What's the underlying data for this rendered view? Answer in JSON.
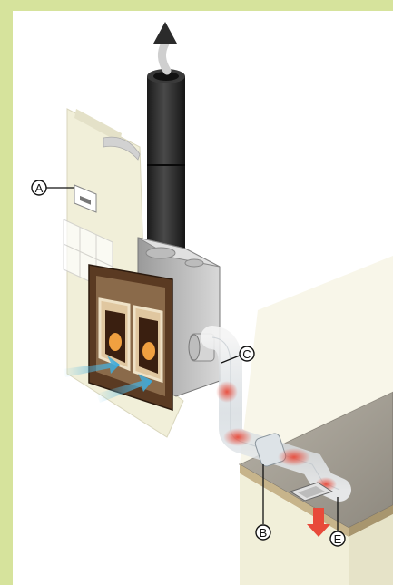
{
  "diagram": {
    "callouts": [
      {
        "id": "A",
        "letter": "A"
      },
      {
        "id": "B",
        "letter": "B"
      },
      {
        "id": "C",
        "letter": "C"
      },
      {
        "id": "E",
        "letter": "E"
      }
    ],
    "colors": {
      "background_border": "#d6e39c",
      "chimney": "#2a2a2a",
      "airflow_in": "#6ec6e8",
      "hot_air": "#e84a3a",
      "wall": "#f1efd9"
    }
  }
}
